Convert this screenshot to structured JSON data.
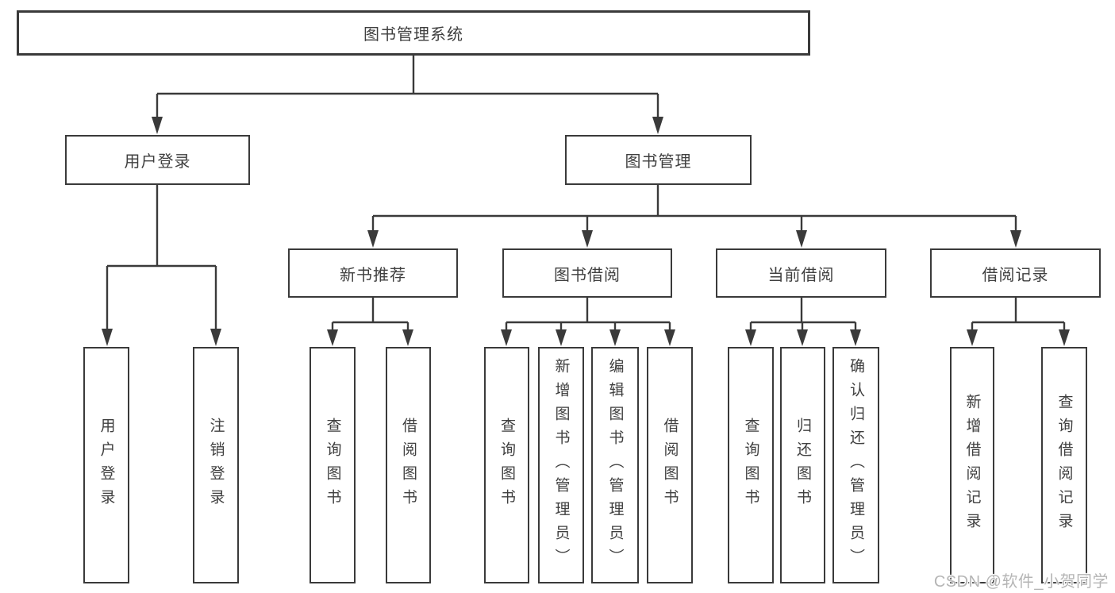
{
  "tree": {
    "root": {
      "label": "图书管理系统"
    },
    "branches": [
      {
        "label": "用户登录",
        "children": [
          {
            "label": "用户登录"
          },
          {
            "label": "注销登录"
          }
        ]
      },
      {
        "label": "图书管理",
        "groups": [
          {
            "label": "新书推荐",
            "children": [
              {
                "label": "查询图书"
              },
              {
                "label": "借阅图书"
              }
            ]
          },
          {
            "label": "图书借阅",
            "children": [
              {
                "label": "查询图书"
              },
              {
                "label": "新增图书（管理员）"
              },
              {
                "label": "编辑图书（管理员）"
              },
              {
                "label": "借阅图书"
              }
            ]
          },
          {
            "label": "当前借阅",
            "children": [
              {
                "label": "查询图书"
              },
              {
                "label": "归还图书"
              },
              {
                "label": "确认归还（管理员）"
              }
            ]
          },
          {
            "label": "借阅记录",
            "children": [
              {
                "label": "新增借阅记录"
              },
              {
                "label": "查询借阅记录"
              }
            ]
          }
        ]
      }
    ]
  },
  "watermark": {
    "text": "CSDN @软件_小贺同学"
  },
  "colors": {
    "line": "#3a3a3a",
    "text": "#3f3f3f",
    "watermark": "#b5b5b5",
    "background": "#ffffff"
  }
}
